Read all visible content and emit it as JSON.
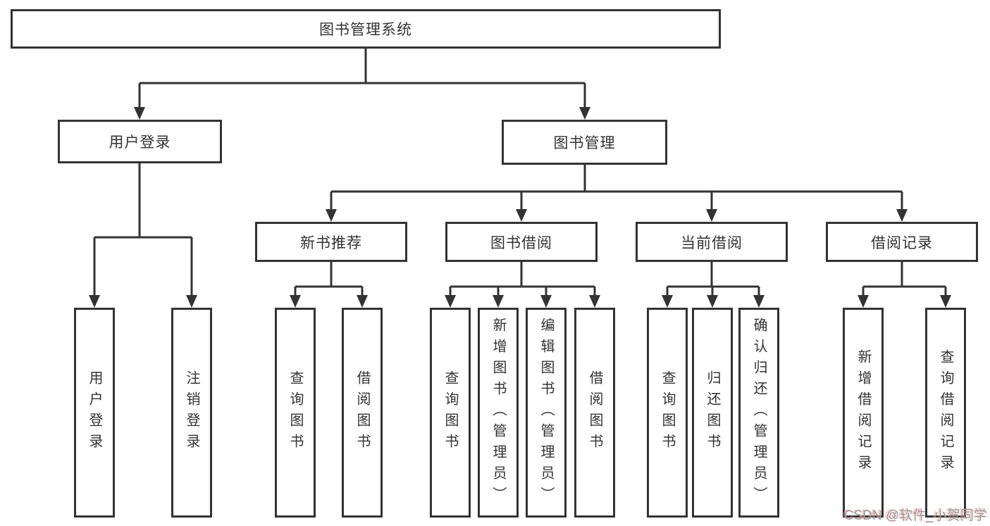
{
  "diagram_type": "hierarchy-tree",
  "tree": {
    "label": "图书管理系统",
    "children": [
      {
        "label": "用户登录",
        "children": [
          {
            "label": "用户登录"
          },
          {
            "label": "注销登录"
          }
        ]
      },
      {
        "label": "图书管理",
        "children": [
          {
            "label": "新书推荐",
            "children": [
              {
                "label": "查询图书"
              },
              {
                "label": "借阅图书"
              }
            ]
          },
          {
            "label": "图书借阅",
            "children": [
              {
                "label": "查询图书"
              },
              {
                "label": "新增图书（管理员）"
              },
              {
                "label": "编辑图书（管理员）"
              },
              {
                "label": "借阅图书"
              }
            ]
          },
          {
            "label": "当前借阅",
            "children": [
              {
                "label": "查询图书"
              },
              {
                "label": "归还图书"
              },
              {
                "label": "确认归还（管理员）"
              }
            ]
          },
          {
            "label": "借阅记录",
            "children": [
              {
                "label": "新增借阅记录"
              },
              {
                "label": "查询借阅记录"
              }
            ]
          }
        ]
      }
    ]
  },
  "watermark": {
    "text": "CSDN @软件_小贺同学"
  },
  "colors": {
    "line": "#333333",
    "box_border": "#333333",
    "text": "#333333",
    "background": "#ffffff",
    "watermark": "#9c9c9c"
  }
}
